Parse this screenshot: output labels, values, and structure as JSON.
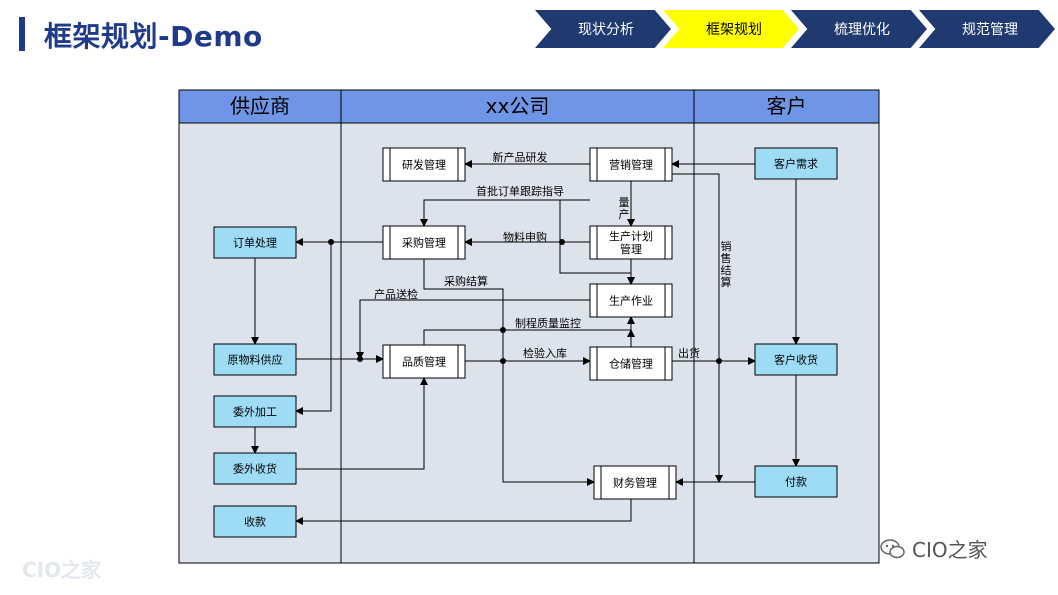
{
  "header": {
    "title": "框架规划-Demo"
  },
  "steps": [
    "现状分析",
    "框架规划",
    "梳理优化",
    "规范管理"
  ],
  "active_step": 1,
  "lanes": [
    "供应商",
    "xx公司",
    "客户"
  ],
  "nodes": {
    "n_order": "订单处理",
    "n_raw": "原物料供应",
    "n_outsrc": "委外加工",
    "n_outrecv": "委外收货",
    "n_collect": "收款",
    "n_rd": "研发管理",
    "n_sales": "营销管理",
    "n_purch": "采购管理",
    "n_plan": "生产计划\n管理",
    "n_prod": "生产作业",
    "n_qc": "品质管理",
    "n_wh": "仓储管理",
    "n_fin": "财务管理",
    "n_cdemand": "客户需求",
    "n_crecv": "客户收货",
    "n_pay": "付款"
  },
  "edge_labels": {
    "e_newprod": "新产品研发",
    "e_firstorder": "首批订单跟踪指导",
    "e_qty": "量\n产",
    "e_matreq": "物料申购",
    "e_salesettle": "销\n售\n结\n算",
    "e_purchsettle": "采购结算",
    "e_prodinsp": "产品送检",
    "e_processqc": "制程质量监控",
    "e_inspin": "检验入库",
    "e_ship": "出货"
  },
  "watermarks": {
    "left": "CIO之家",
    "right": "CIO之家"
  },
  "colors": {
    "title": "#1f3a8a",
    "step_bg": "#1f3a70",
    "step_active": "#ffff00",
    "lane_header": "#6f96e6",
    "lane_body": "#dde3ec",
    "node_fill": "#9edcf6"
  }
}
